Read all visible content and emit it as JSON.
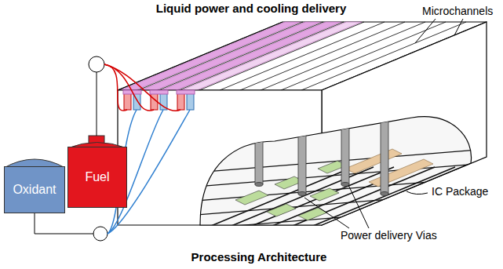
{
  "diagram": {
    "title": "Liquid power and cooling delivery",
    "caption": "Processing Architecture",
    "nodes": [
      {
        "text": [
          "Oxidant"
        ]
      },
      {
        "text": [
          "Fuel"
        ]
      }
    ],
    "labels": [
      "Microchannels",
      "IC Package",
      "Power delivery Vias"
    ]
  }
}
